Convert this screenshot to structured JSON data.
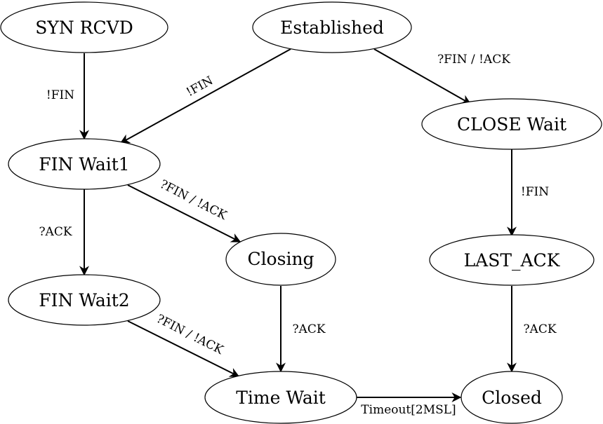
{
  "colors": {
    "highlight": "#e8000b",
    "ink": "#000000"
  },
  "states": {
    "syn_rcvd": "SYN RCVD",
    "established": "Established",
    "close_wait": "CLOSE Wait",
    "fin_wait1": "FIN Wait1",
    "closing": "Closing",
    "last_ack": "LAST_ACK",
    "fin_wait2": "FIN Wait2",
    "time_wait": "Time Wait",
    "closed": "Closed"
  },
  "transitions": {
    "syn_to_fin1": "!FIN",
    "est_to_fin1": "!FIN",
    "est_to_closewait": "?FIN / !ACK",
    "closewait_to_lastack": "!FIN",
    "fin1_to_fin2": "?ACK",
    "fin1_to_closing": "?FIN / !ACK",
    "closing_to_timewait": "?ACK",
    "lastack_to_closed": "?ACK",
    "fin2_to_timewait": "?FIN / !ACK",
    "timewait_to_closed": "Timeout[2MSL]"
  }
}
